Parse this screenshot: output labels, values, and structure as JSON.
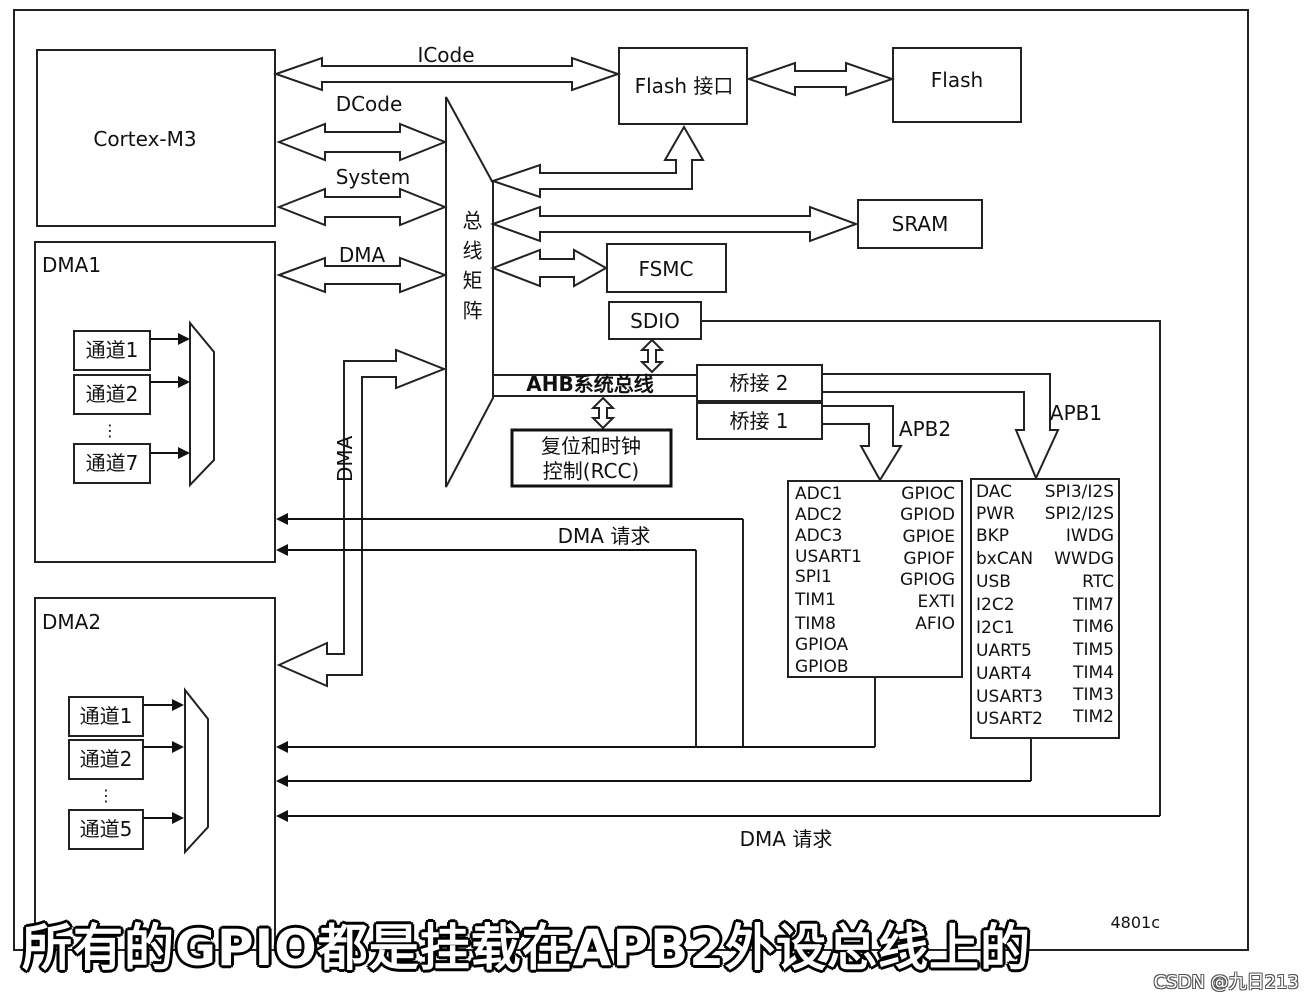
{
  "diagram": {
    "cpu": "Cortex-M3",
    "buses": {
      "icode": "ICode",
      "dcode": "DCode",
      "system": "System",
      "dma": "DMA",
      "dma_vertical": "DMA"
    },
    "flash_interface": "Flash 接口",
    "flash": "Flash",
    "bus_matrix": "总线矩阵",
    "sram": "SRAM",
    "fsmc": "FSMC",
    "sdio": "SDIO",
    "ahb": "AHB系统总线",
    "bridge2": "桥接 2",
    "bridge1": "桥接 1",
    "apb2": "APB2",
    "apb1": "APB1",
    "rcc": [
      "复位和时钟",
      "控制(RCC)"
    ],
    "dma1": {
      "title": "DMA1",
      "channels": [
        "通道1",
        "通道2",
        "通道7"
      ],
      "ellipsis": "⋮"
    },
    "dma2": {
      "title": "DMA2",
      "channels": [
        "通道1",
        "通道2",
        "通道5"
      ],
      "ellipsis": "⋮"
    },
    "dma_request_1": "DMA 请求",
    "dma_request_2": "DMA 请求",
    "apb2_left": [
      "ADC1",
      "ADC2",
      "ADC3",
      "USART1",
      "SPI1",
      "TIM1",
      "TIM8",
      "GPIOA",
      "GPIOB"
    ],
    "apb2_right": [
      "GPIOC",
      "GPIOD",
      "GPIOE",
      "GPIOF",
      "GPIOG",
      "EXTI",
      "AFIO"
    ],
    "apb1_left": [
      "DAC",
      "PWR",
      "BKP",
      "bxCAN",
      "USB",
      "I2C2",
      "I2C1",
      "UART5",
      "UART4",
      "USART3",
      "USART2"
    ],
    "apb1_right": [
      "SPI3/I2S",
      "SPI2/I2S",
      "IWDG",
      "WWDG",
      "RTC",
      "TIM7",
      "TIM6",
      "TIM5",
      "TIM4",
      "TIM3",
      "TIM2"
    ],
    "figure_id": "4801c"
  },
  "caption": "所有的GPIO都是挂载在APB2外设总线上的",
  "watermark": "CSDN @九日213"
}
